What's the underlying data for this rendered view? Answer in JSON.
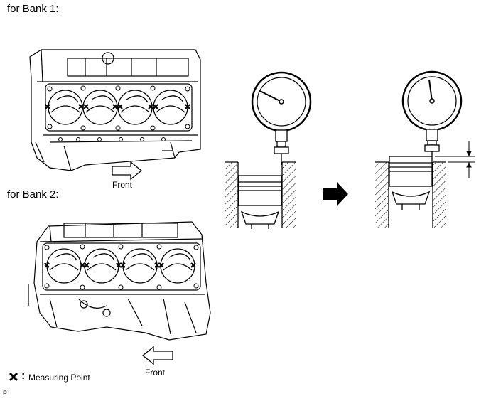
{
  "labels": {
    "bank1": "for Bank 1:",
    "bank2": "for Bank 2:",
    "front_top": "Front",
    "front_bottom": "Front",
    "legend_colon": ":",
    "legend_text": "Measuring Point",
    "corner_code": "P"
  },
  "icons": [
    "measuring-point-x-icon",
    "front-arrow-right-icon",
    "front-arrow-left-icon",
    "process-arrow-icon",
    "dial-gauge-icon"
  ],
  "colors": {
    "line": "#000000",
    "background": "#ffffff"
  }
}
